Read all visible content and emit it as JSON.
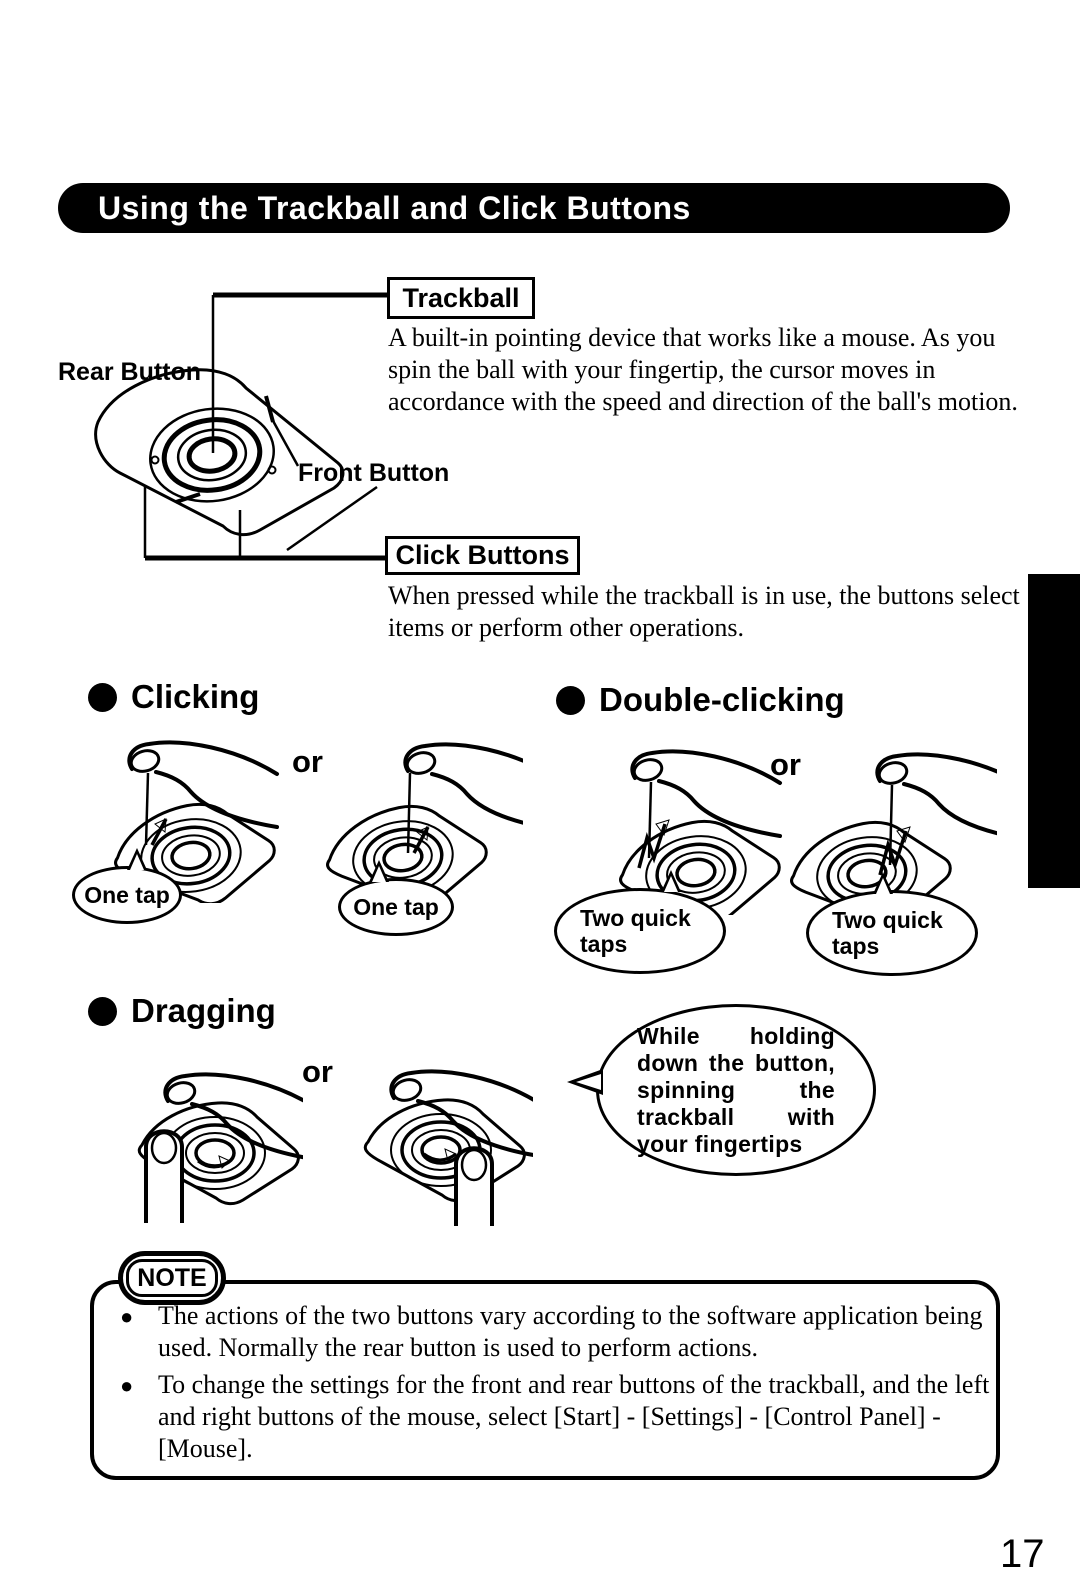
{
  "page": {
    "banner_title": "Using the Trackball and Click Buttons",
    "number": "17"
  },
  "diagram": {
    "rear_button_label": "Rear Button",
    "front_button_label": "Front Button",
    "trackball_label": "Trackball",
    "trackball_description": "A built-in pointing device that works like a mouse. As you spin the ball with your fingertip, the cursor moves in accordance with the speed and direction of the ball's motion.",
    "click_buttons_label": "Click Buttons",
    "click_buttons_description": "When pressed while the trackball is in use, the buttons select items or perform other operations."
  },
  "sections": {
    "clicking": {
      "title": "Clicking",
      "or_label": "or",
      "bubble_1": "One tap",
      "bubble_2": "One tap"
    },
    "double_clicking": {
      "title": "Double-clicking",
      "or_label": "or",
      "bubble_1": "Two quick taps",
      "bubble_2": "Two quick taps"
    },
    "dragging": {
      "title": "Dragging",
      "or_label": "or",
      "bubble": "While holding down the button, spinning the trackball with your fingertips"
    }
  },
  "note": {
    "label": "NOTE",
    "items": [
      "The actions of the two buttons vary according to the software application being used.  Normally the rear button is used to perform actions.",
      "To change the settings for the front and rear buttons of the trackball, and the left and right buttons of the mouse, select [Start] - [Settings] - [Control Panel] - [Mouse]."
    ]
  },
  "colors": {
    "ink": "#000000",
    "paper": "#ffffff"
  }
}
